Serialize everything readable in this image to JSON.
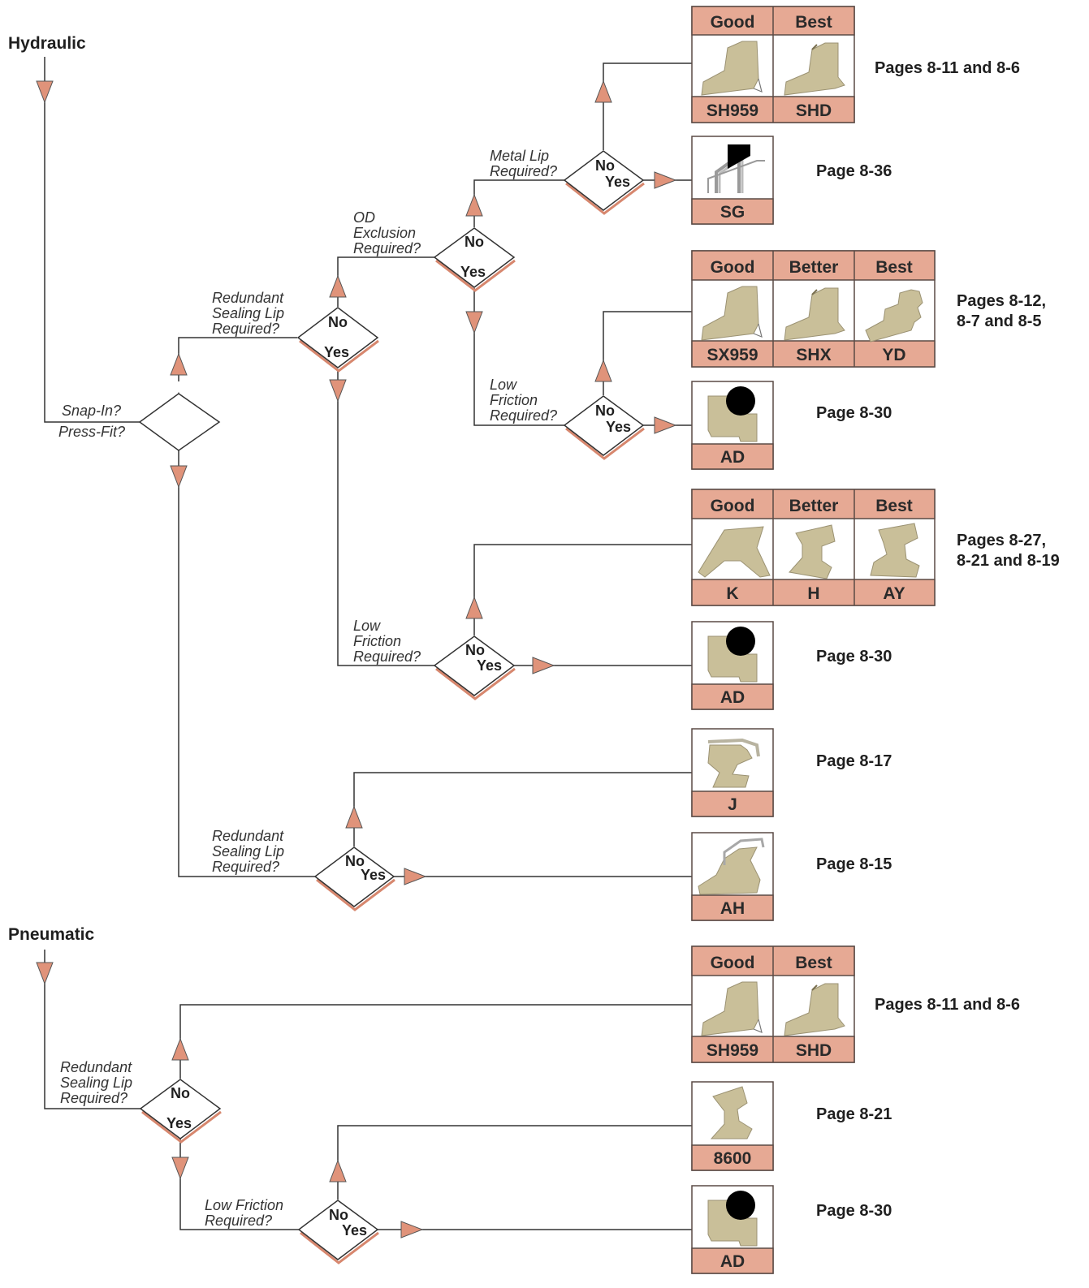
{
  "sections": {
    "hydraulic": "Hydraulic",
    "pneumatic": "Pneumatic"
  },
  "questions": {
    "snap_in": "Snap-In?",
    "press_fit": "Press-Fit?",
    "redundant_lip": [
      "Redundant",
      "Sealing Lip",
      "Required?"
    ],
    "od_exclusion": [
      "OD",
      "Exclusion",
      "Required?"
    ],
    "metal_lip": [
      "Metal Lip",
      "Required?"
    ],
    "low_friction": [
      "Low",
      "Friction",
      "Required?"
    ],
    "low_friction_inline": [
      "Low Friction",
      "Required?"
    ]
  },
  "answers": {
    "no": "No",
    "yes": "Yes"
  },
  "tiers": {
    "good": "Good",
    "better": "Better",
    "best": "Best"
  },
  "products": {
    "sh959": "SH959",
    "shd": "SHD",
    "sg": "SG",
    "sx959": "SX959",
    "shx": "SHX",
    "yd": "YD",
    "ad": "AD",
    "k": "K",
    "h": "H",
    "ay": "AY",
    "j": "J",
    "ah": "AH",
    "p8600": "8600"
  },
  "pages": {
    "p1": "Pages 8-11 and 8-6",
    "p2": "Page 8-36",
    "p3": [
      "Pages 8-12,",
      "8-7 and 8-5"
    ],
    "p4": "Page 8-30",
    "p5": [
      "Pages 8-27,",
      "8-21 and 8-19"
    ],
    "p6": "Page 8-30",
    "p7": "Page 8-17",
    "p8": "Page 8-15",
    "p9": "Pages 8-11 and 8-6",
    "p10": "Page 8-21",
    "p11": "Page 8-30"
  },
  "colors": {
    "accent": "#e0937a",
    "band": "#e6a994",
    "seal": "#c9bf99",
    "line": "#333333"
  }
}
